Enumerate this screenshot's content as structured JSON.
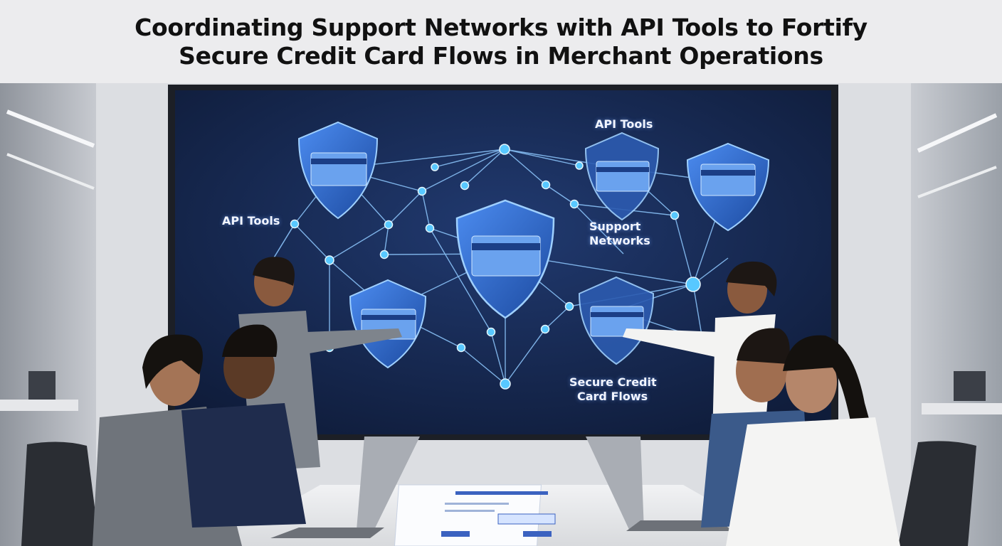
{
  "title": {
    "line1": "Coordinating Support Networks with API Tools to Fortify",
    "line2": "Secure Credit Card Flows in Merchant Operations"
  },
  "screen": {
    "labels": {
      "api_tools_left": "API Tools",
      "api_tools_top": "API Tools",
      "support_networks_line1": "Support",
      "support_networks_line2": "Networks",
      "secure_flows_line1": "Secure Credit",
      "secure_flows_line2": "Card Flows"
    }
  },
  "colors": {
    "title_bg": "#ececee",
    "screen_bg": "#16264a",
    "shield": "#2f67c8",
    "node": "#58c8ff"
  }
}
